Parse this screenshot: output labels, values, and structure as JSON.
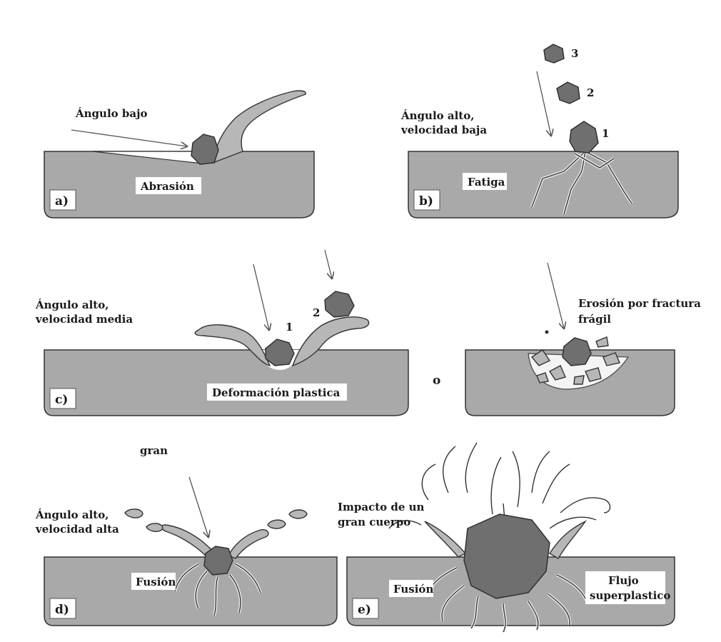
{
  "panels": {
    "a": {
      "tag": "a)",
      "angle": "Ángulo bajo",
      "mechanism": "Abrasión"
    },
    "b": {
      "tag": "b)",
      "angle_line1": "Ángulo alto,",
      "angle_line2": "velocidad baja",
      "mechanism": "Fatiga",
      "seq1": "1",
      "seq2": "2",
      "seq3": "3"
    },
    "c": {
      "tag": "c)",
      "angle_line1": "Ángulo alto,",
      "angle_line2": "velocidad media",
      "mechanism": "Deformación plastica",
      "seq1": "1",
      "seq2": "2"
    },
    "c2": {
      "connector": "o",
      "mechanism_line1": "Erosión por fractura",
      "mechanism_line2": "frágil"
    },
    "d": {
      "tag": "d)",
      "stray": "gran",
      "angle_line1": "Ángulo alto,",
      "angle_line2": "velocidad alta",
      "mechanism": "Fusión"
    },
    "e": {
      "tag": "e)",
      "title_line1": "Impacto de un",
      "title_line2": "gran cuerpo",
      "left": "Fusión",
      "right_line1": "Flujo",
      "right_line2": "superplastico"
    }
  },
  "colors": {
    "material": "#a9a9a9",
    "particle": "#6f6f6f",
    "outline": "#333333",
    "background": "#ffffff"
  }
}
